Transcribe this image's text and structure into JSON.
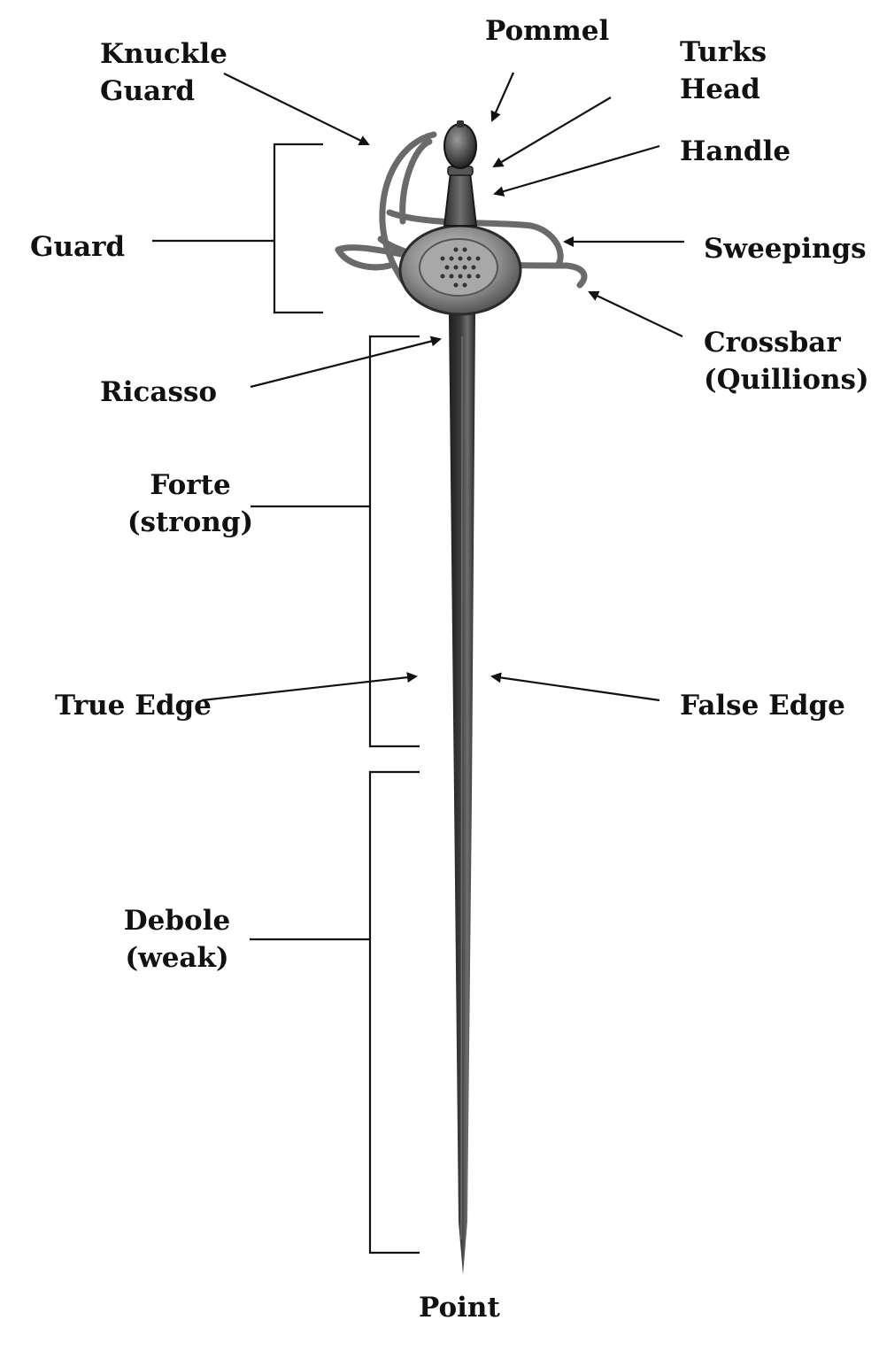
{
  "diagram": {
    "labels": {
      "knuckle_guard": [
        "Knuckle",
        "Guard"
      ],
      "pommel": "Pommel",
      "turks_head": [
        "Turks",
        "Head"
      ],
      "handle": "Handle",
      "guard": "Guard",
      "sweepings": "Sweepings",
      "crossbar": [
        "Crossbar",
        "(Quillions)"
      ],
      "ricasso": "Ricasso",
      "forte": [
        "Forte",
        "(strong)"
      ],
      "true_edge": "True Edge",
      "false_edge": "False Edge",
      "debole": [
        "Debole",
        "(weak)"
      ],
      "point": "Point"
    },
    "colors": {
      "text": "#111111",
      "line": "#111111",
      "blade_dark": "#2a2a2a",
      "blade_light": "#8a8a8a",
      "steel": "#9a9a9a"
    }
  }
}
